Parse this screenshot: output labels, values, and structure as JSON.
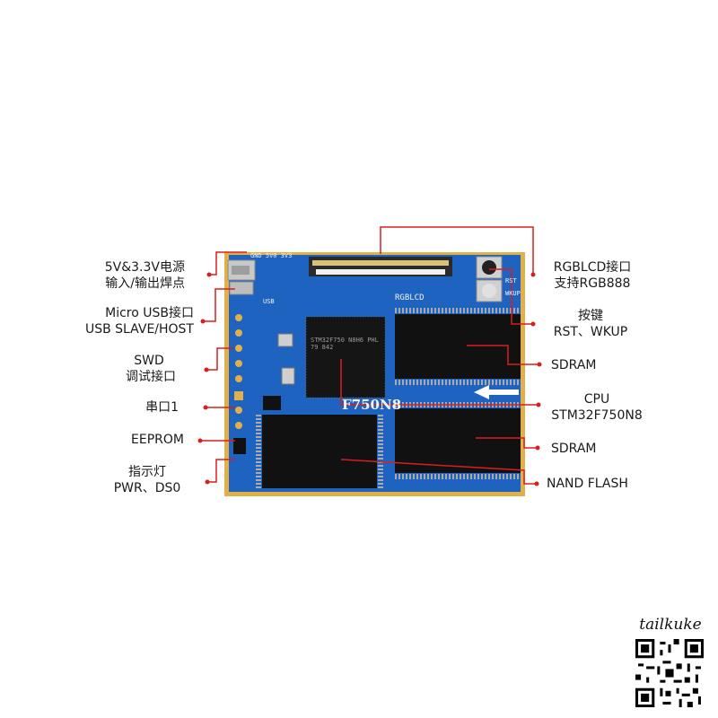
{
  "colors": {
    "pcb": "#1f63c0",
    "pcb_dark": "#174f9e",
    "edge": "#e2b04a",
    "leader": "#d91e1e",
    "chip": "#151515"
  },
  "left_labels": [
    {
      "id": "power",
      "line1": "5V&3.3V电源",
      "line2": "输入/输出焊点"
    },
    {
      "id": "usb",
      "line1": "Micro USB接口",
      "line2": "USB SLAVE/HOST"
    },
    {
      "id": "swd",
      "line1": "SWD",
      "line2": "调试接口"
    },
    {
      "id": "uart",
      "line1": "串口1",
      "line2": ""
    },
    {
      "id": "eeprom",
      "line1": "EEPROM",
      "line2": ""
    },
    {
      "id": "led",
      "line1": "指示灯",
      "line2": "PWR、DS0"
    }
  ],
  "right_labels": [
    {
      "id": "rgblcd",
      "line1": "RGBLCD接口",
      "line2": "支持RGB888"
    },
    {
      "id": "keys",
      "line1": "按键",
      "line2": "RST、WKUP"
    },
    {
      "id": "sdram1",
      "line1": "SDRAM",
      "line2": ""
    },
    {
      "id": "cpu",
      "line1": "CPU",
      "line2": "STM32F750N8"
    },
    {
      "id": "sdram2",
      "line1": "SDRAM",
      "line2": ""
    },
    {
      "id": "nand",
      "line1": "NAND FLASH",
      "line2": ""
    }
  ],
  "silkscreen": {
    "board_name": "F750N8",
    "lcd": "RGBLCD",
    "usb": "USB",
    "rst": "RST",
    "wkup": "WKUP",
    "power_pins": "GND 5V0 3V3",
    "mcu_text": "STM32F750 N8H6 PHL 79 842"
  },
  "brand": "tailkuke"
}
